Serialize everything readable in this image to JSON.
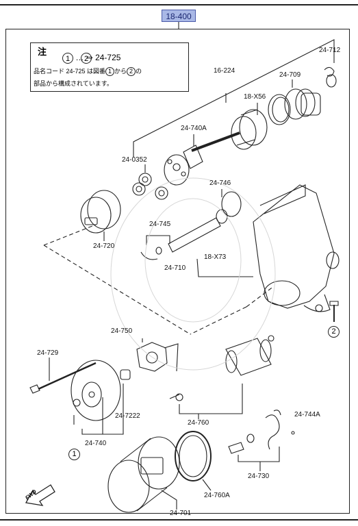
{
  "reference_tag": "18-400",
  "note": {
    "heading": "注",
    "circle_1": "1",
    "circle_2": "2",
    "formula": "… ⇒ 24-725",
    "text_a": "品名コード 24-725 は図番",
    "text_b": "から",
    "text_c": "の",
    "text_d": "部品から構成されています。"
  },
  "parts": {
    "p24_712": "24-712",
    "p16_224": "16-224",
    "p24_709": "24-709",
    "p18_x56": "18-X56",
    "p24_740a": "24-740A",
    "p24_0352": "24-0352",
    "p24_746": "24-746",
    "p24_720": "24-720",
    "p24_745": "24-745",
    "p18_x73": "18-X73",
    "p24_710": "24-710",
    "p24_750": "24-750",
    "p24_729": "24-729",
    "p24_7222": "24-7222",
    "p24_740": "24-740",
    "p24_760": "24-760",
    "p24_744a": "24-744A",
    "p24_730": "24-730",
    "p24_760a": "24-760A",
    "p24_701": "24-701"
  },
  "callouts": {
    "one": "1",
    "two": "2"
  },
  "fwd_label": "FWD"
}
